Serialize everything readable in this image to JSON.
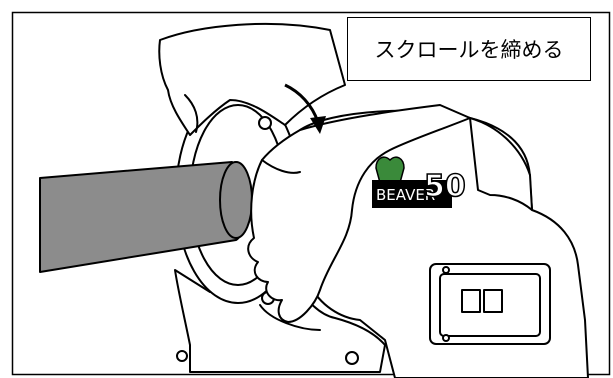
{
  "callout": {
    "text": "スクロールを締める"
  },
  "logo": {
    "brand": "BEAVER",
    "model": "50"
  },
  "colors": {
    "line": "#000000",
    "pipe": "#8c8c8c",
    "background": "#ffffff",
    "logo_green": "#3a8a3a"
  },
  "icons": {
    "rotation": "curved-arrow-icon"
  }
}
